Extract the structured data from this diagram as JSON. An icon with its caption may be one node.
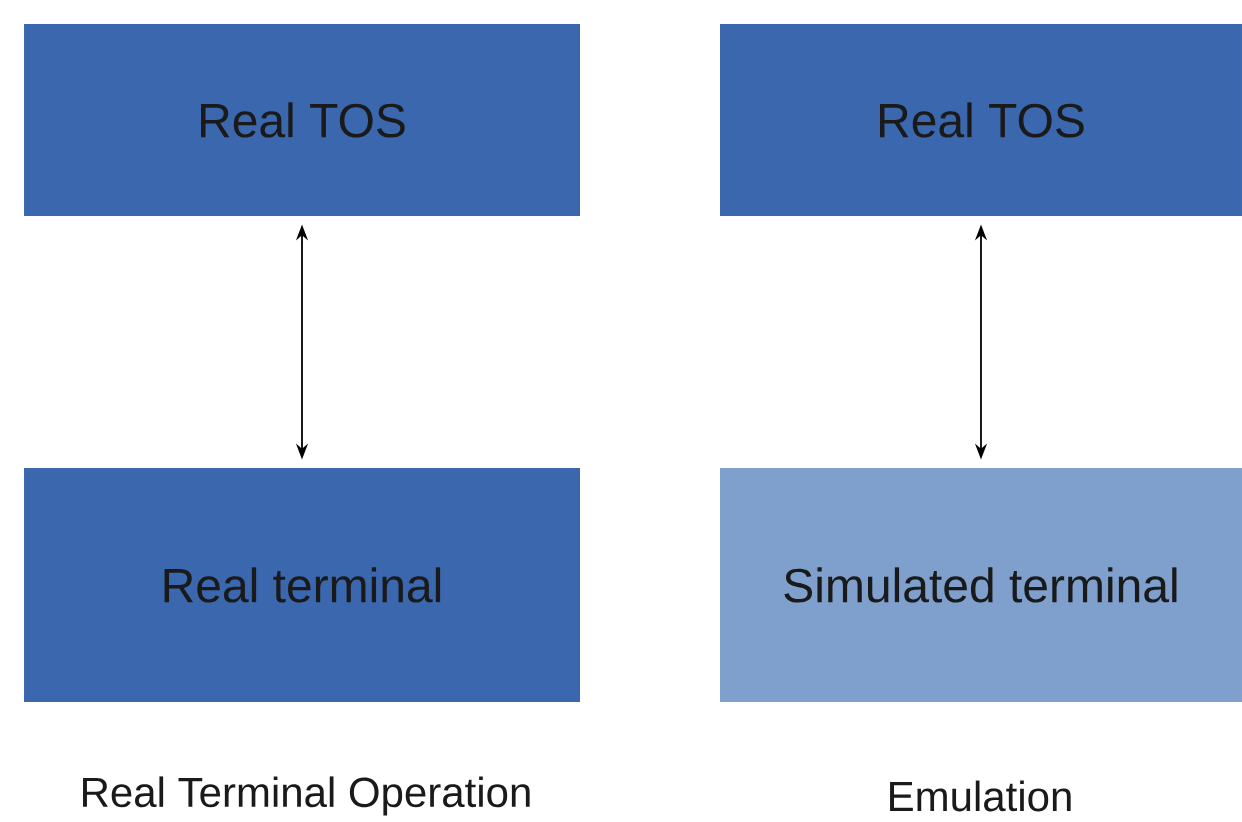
{
  "diagram": {
    "nodes": [
      {
        "text": [
          "Real TOS"
        ]
      },
      {
        "text": [
          "Real terminal"
        ]
      },
      {
        "text": [
          "Real TOS"
        ]
      },
      {
        "text": [
          "Simulated terminal"
        ]
      }
    ],
    "edges": [
      {
        "from": 0,
        "to": 1,
        "arrow": "both"
      },
      {
        "from": 2,
        "to": 3,
        "arrow": "both"
      }
    ],
    "labels": [
      "Real Terminal Operation",
      "Emulation"
    ]
  }
}
